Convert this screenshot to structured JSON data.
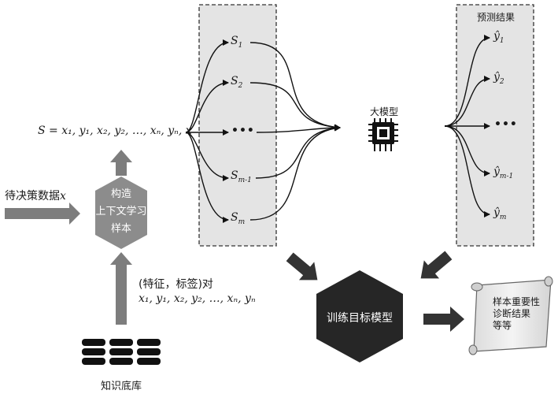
{
  "input_label": "待决策数据",
  "input_var": "x",
  "construct_hex": {
    "line1": "构造",
    "line2": "上下文学习",
    "line3": "样本"
  },
  "prompt_seq": "S =  x₁, y₁, x₂, y₂, …, xₙ, yₙ, x",
  "pairs_title": "(特征，标签)对",
  "pairs_seq": "x₁, y₁, x₂, y₂, …, xₙ, yₙ",
  "kb_label": "知识底库",
  "samples": [
    {
      "base": "S",
      "sub": "1"
    },
    {
      "base": "S",
      "sub": "2"
    },
    {
      "base": "•••",
      "sub": ""
    },
    {
      "base": "S",
      "sub": "m-1"
    },
    {
      "base": "S",
      "sub": "m"
    }
  ],
  "llm_label": "大模型",
  "pred_title": "预测结果",
  "predictions": [
    {
      "base": "ŷ",
      "sub": "1"
    },
    {
      "base": "ŷ",
      "sub": "2"
    },
    {
      "base": "•••",
      "sub": ""
    },
    {
      "base": "ŷ",
      "sub": "m-1"
    },
    {
      "base": "ŷ",
      "sub": "m"
    }
  ],
  "train_label": "训练目标模型",
  "scroll_text": {
    "line1": "样本重要性",
    "line2": "诊断结果",
    "line3": "等等"
  }
}
